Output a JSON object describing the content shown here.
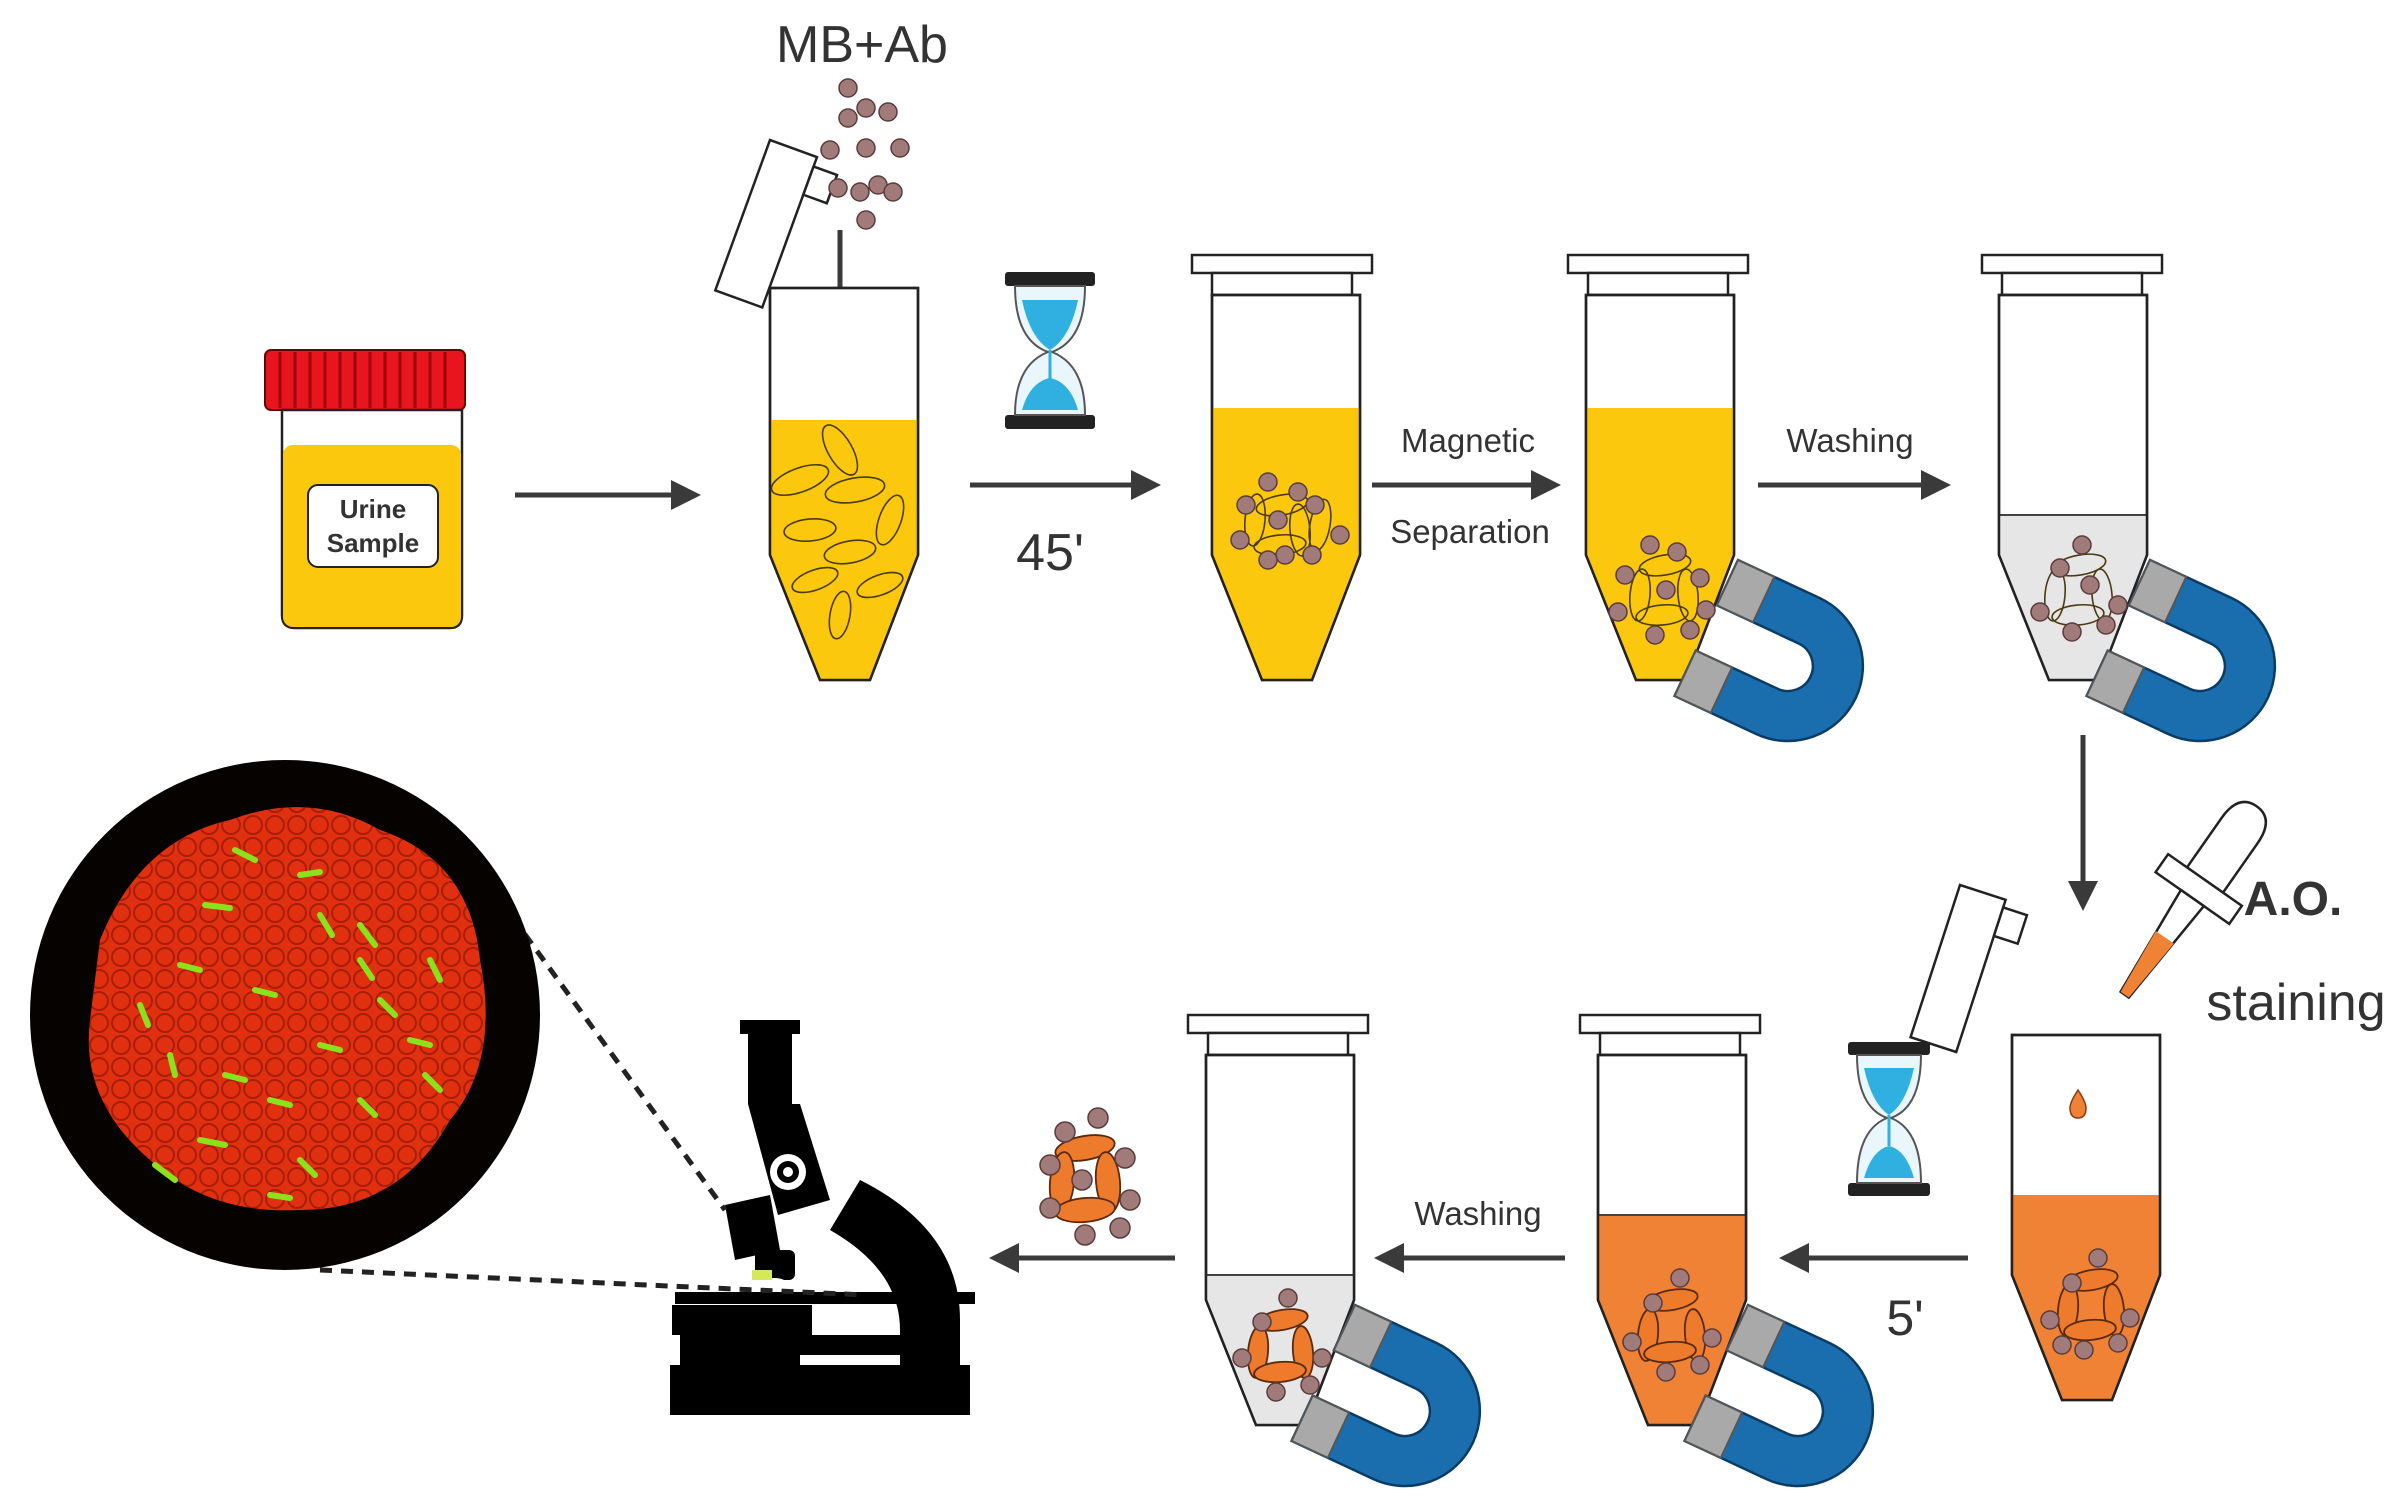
{
  "labels": {
    "mb_ab": "MB+Ab",
    "urine_sample_line1": "Urine",
    "urine_sample_line2": "Sample",
    "incubation_time": "45'",
    "magnetic": "Magnetic",
    "separation": "Separation",
    "washing_top": "Washing",
    "ao_line1": "A.O.",
    "ao_line2": "staining",
    "staining_time": "5'",
    "washing_bottom": "Washing"
  },
  "colors": {
    "urine_yellow": "#fcc80e",
    "stain_orange": "#f08236",
    "cap_red": "#e8141e",
    "magnet_blue": "#1a6ead",
    "magnet_gray": "#a9a9a9",
    "bead": "#a17a7a",
    "hourglass_blue": "#2fb0e0",
    "micro_red": "#e62a10",
    "micro_green": "#8ae21a"
  },
  "icons": [
    "urine-container-icon",
    "microtube-icon",
    "hourglass-icon",
    "magnet-icon",
    "dropper-icon",
    "microscope-icon",
    "fluorescence-image-icon"
  ]
}
